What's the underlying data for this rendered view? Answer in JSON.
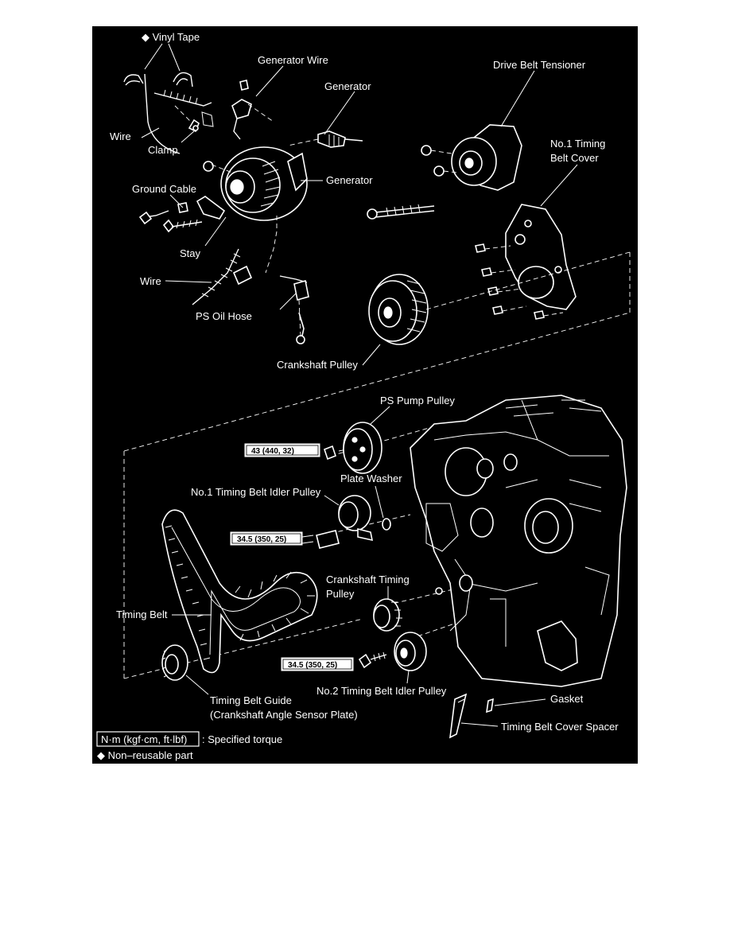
{
  "labels": {
    "vinyl_tape": "◆ Vinyl Tape",
    "generator_wire": "Generator Wire",
    "generator_top": "Generator",
    "drive_belt_tensioner": "Drive Belt Tensioner",
    "wire_top": "Wire",
    "clamp": "Clamp",
    "no1_cover_line1": "No.1 Timing",
    "no1_cover_line2": "Belt Cover",
    "generator_mid": "Generator",
    "ground_cable": "Ground Cable",
    "stay": "Stay",
    "wire_mid": "Wire",
    "ps_oil_hose": "PS Oil Hose",
    "crankshaft_pulley": "Crankshaft Pulley",
    "ps_pump_pulley": "PS Pump Pulley",
    "plate_washer": "Plate Washer",
    "no1_idler": "No.1 Timing Belt Idler Pulley",
    "crank_timing_line1": "Crankshaft Timing",
    "crank_timing_line2": "Pulley",
    "timing_belt": "Timing Belt",
    "no2_idler": "No.2 Timing Belt Idler Pulley",
    "gasket": "Gasket",
    "guide_line1": "Timing Belt Guide",
    "guide_line2": "(Crankshaft Angle Sensor Plate)",
    "cover_spacer": "Timing Belt Cover Spacer"
  },
  "torques": {
    "ps_pump": "43 (440, 32)",
    "no1_idler": "34.5 (350, 25)",
    "no2_idler": "34.5 (350, 25)"
  },
  "legend": {
    "torque_units": "N·m (kgf·cm, ft·lbf)",
    "torque_text": ": Specified torque",
    "nonreusable": "◆ Non–reusable part"
  }
}
